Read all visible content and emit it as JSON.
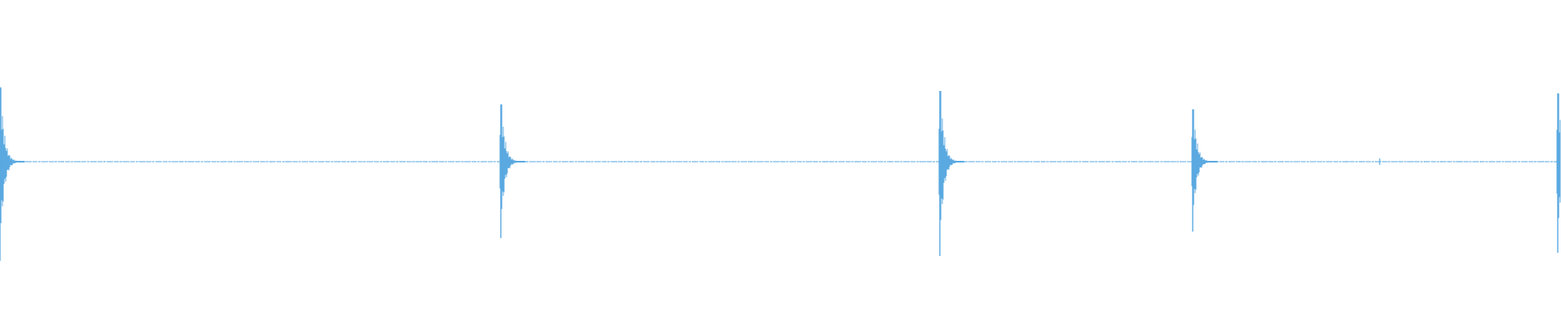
{
  "waveform": {
    "color": "#5aa9e0",
    "background": "#ffffff",
    "baseline_amplitude": 0.004,
    "transients": [
      {
        "time": 0.0,
        "peak_up": 0.61,
        "peak_down": 0.61
      },
      {
        "time": 0.321,
        "peak_up": 0.47,
        "peak_down": 0.47
      },
      {
        "time": 0.602,
        "peak_up": 0.58,
        "peak_down": 0.58
      },
      {
        "time": 0.764,
        "peak_up": 0.43,
        "peak_down": 0.43
      },
      {
        "time": 0.9985,
        "peak_up": 0.56,
        "peak_down": 0.56
      }
    ],
    "minor_blips": [
      {
        "time": 0.884,
        "amplitude": 0.02
      }
    ]
  }
}
